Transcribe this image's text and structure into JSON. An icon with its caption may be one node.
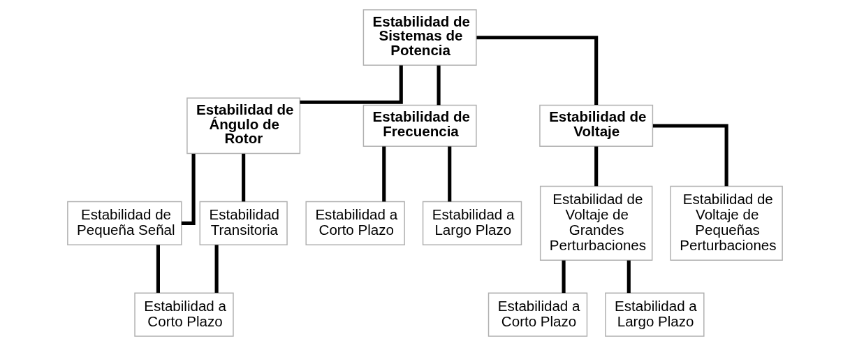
{
  "diagram": {
    "nodes": [
      {
        "text": [
          "Estabilidad de Sistemas de Potencia"
        ]
      },
      {
        "text": [
          "Estabilidad de Ángulo de Rotor"
        ]
      },
      {
        "text": [
          "Estabilidad de Frecuencia"
        ]
      },
      {
        "text": [
          "Estabilidad de Voltaje"
        ]
      },
      {
        "text": [
          "Estabilidad de Pequeña Señal"
        ]
      },
      {
        "text": [
          "Estabilidad Transitoria"
        ]
      },
      {
        "text": [
          "Estabilidad a Corto Plazo"
        ]
      },
      {
        "text": [
          "Estabilidad a Largo Plazo"
        ]
      },
      {
        "text": [
          "Estabilidad de Voltaje de Grandes Perturbaciones"
        ]
      },
      {
        "text": [
          "Estabilidad de Voltaje de Pequeñas Perturbaciones"
        ]
      },
      {
        "text": [
          "Estabilidad a Corto Plazo"
        ]
      },
      {
        "text": [
          "Estabilidad a Corto Plazo"
        ]
      },
      {
        "text": [
          "Estabilidad a Largo Plazo"
        ]
      }
    ],
    "edges": [
      {
        "from": 0,
        "to": 1,
        "arrow": "none"
      },
      {
        "from": 0,
        "to": 2,
        "arrow": "none"
      },
      {
        "from": 0,
        "to": 3,
        "arrow": "none"
      },
      {
        "from": 1,
        "to": 4,
        "arrow": "none"
      },
      {
        "from": 1,
        "to": 5,
        "arrow": "none"
      },
      {
        "from": 4,
        "to": 10,
        "arrow": "none"
      },
      {
        "from": 5,
        "to": 10,
        "arrow": "none"
      },
      {
        "from": 2,
        "to": 6,
        "arrow": "none"
      },
      {
        "from": 2,
        "to": 7,
        "arrow": "none"
      },
      {
        "from": 3,
        "to": 8,
        "arrow": "none"
      },
      {
        "from": 3,
        "to": 9,
        "arrow": "none"
      },
      {
        "from": 8,
        "to": 11,
        "arrow": "none"
      },
      {
        "from": 8,
        "to": 12,
        "arrow": "none"
      }
    ]
  }
}
